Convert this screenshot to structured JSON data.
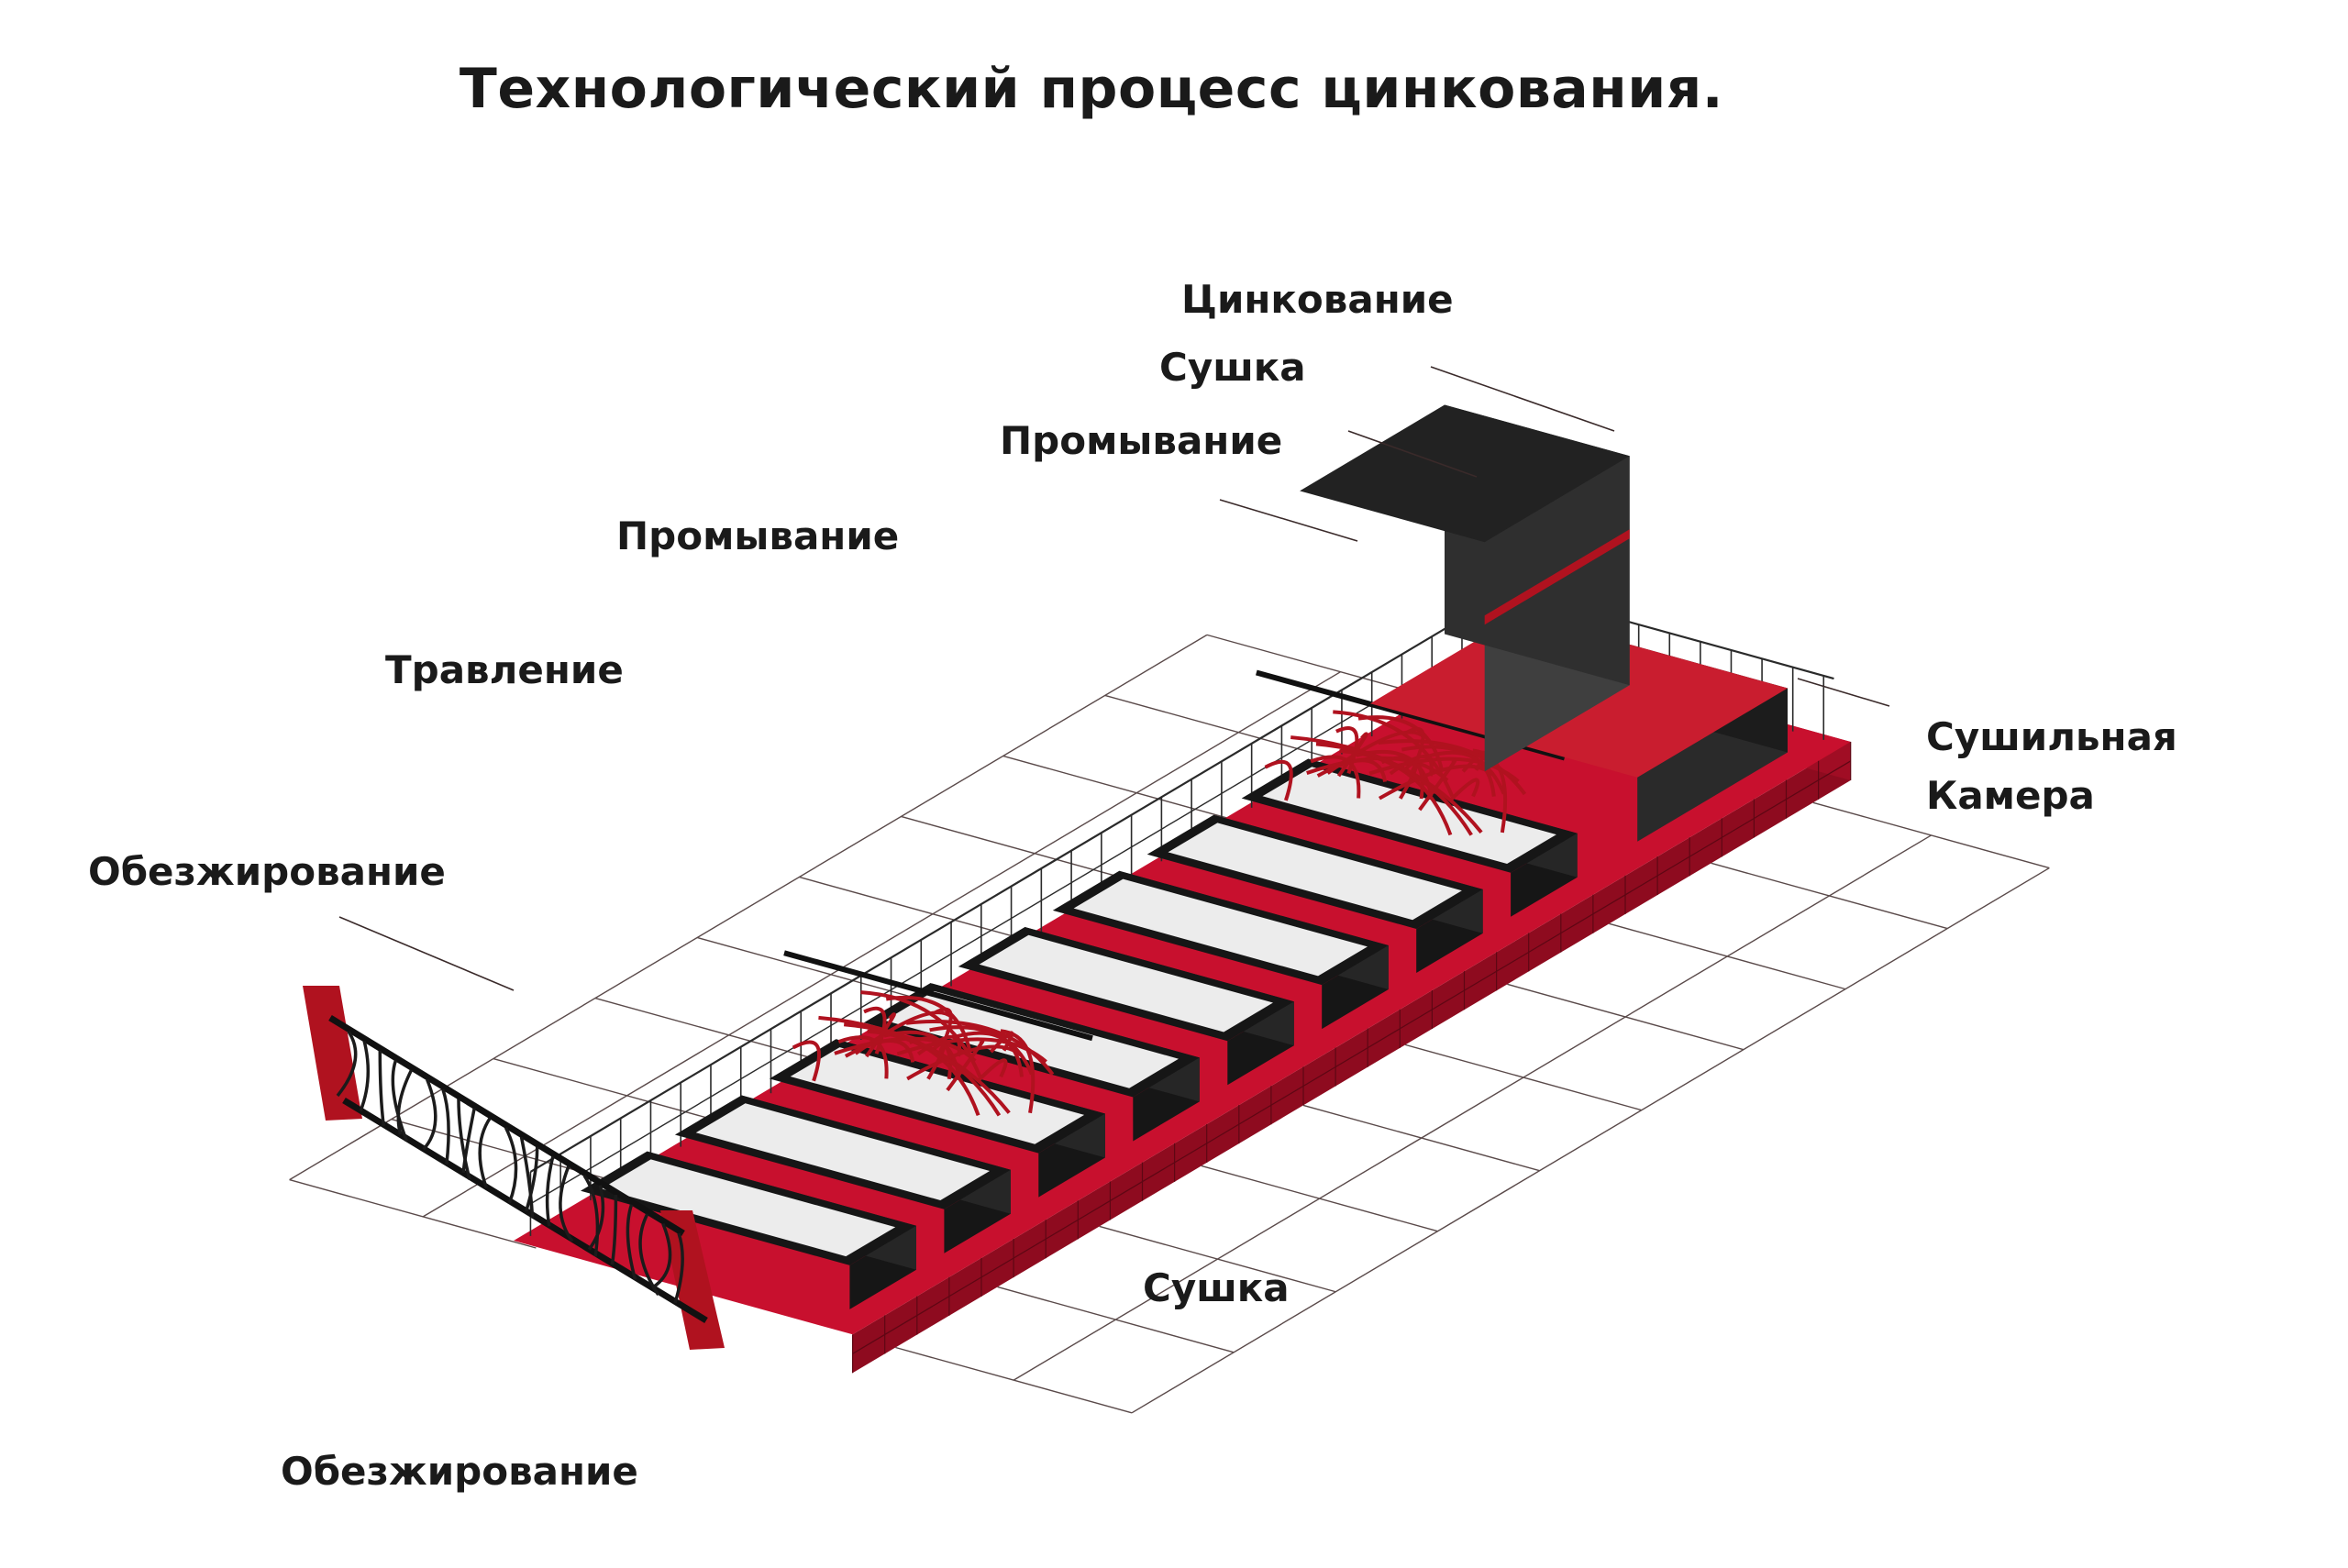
{
  "title": "Технологический процесс цинкования.",
  "labels": {
    "zinc": "Цинкование",
    "dry_top": "Сушка",
    "wash_1": "Промывание",
    "wash_2": "Промывание",
    "etch": "Травление",
    "degrease_1": "Обезжирование",
    "chamber_line1": "Сушильная",
    "chamber_line2": "Камера",
    "dry_bottom": "Сушка",
    "degrease_2": "Обезжирование"
  },
  "colors": {
    "platform_red": "#c8102e",
    "platform_dark_red": "#8e0b1f",
    "tank_black": "#161616",
    "tank_side": "#262626",
    "liquid": "#ececec",
    "furnace_grey": "#3f3f3f",
    "accent_red": "#b0121f",
    "line_dark": "#3a2a2a"
  },
  "diagram": {
    "tank_count": 8
  }
}
